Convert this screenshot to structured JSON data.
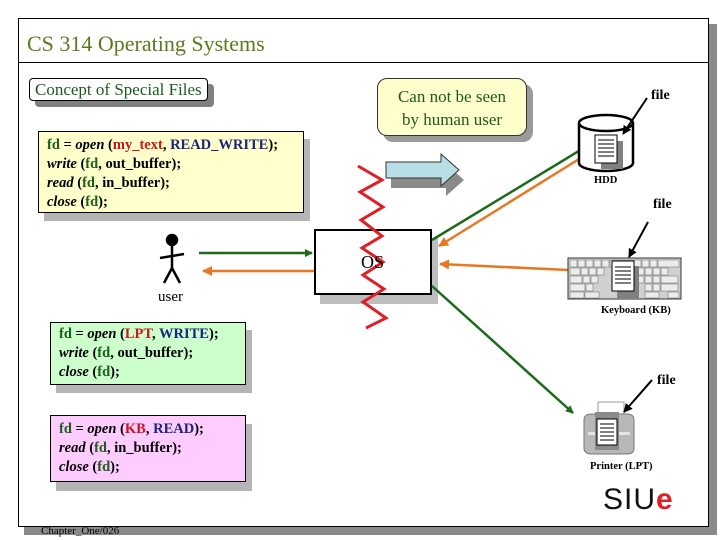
{
  "slide": {
    "title": "CS 314 Operating Systems",
    "subtitle": "Concept of Special Files",
    "footer": "Chapter_One/026",
    "logo": {
      "main": "SIU",
      "accent": "e"
    }
  },
  "code_blocks": {
    "file_block": {
      "bg": "#ffffcc",
      "lines": [
        {
          "fd": "fd",
          "eq": " = ",
          "fn": "open",
          "open_paren": " (",
          "arg1": "my_text",
          "sep": ", ",
          "arg2": "READ_WRITE",
          "close": ");"
        },
        {
          "fn": "write",
          "open_paren": " (",
          "fd": "fd",
          "rest": ", out_buffer);"
        },
        {
          "fn": "read",
          "open_paren": " (",
          "fd": "fd",
          "rest": ", in_buffer);"
        },
        {
          "fn": "close",
          "open_paren": " (",
          "fd": "fd",
          "rest": ");"
        }
      ]
    },
    "printer_block": {
      "bg": "#ccffcc",
      "lines": [
        {
          "fd": "fd",
          "eq": " = ",
          "fn": "open",
          "open_paren": " (",
          "arg1": "LPT",
          "sep": ", ",
          "arg2": "WRITE",
          "close": ");"
        },
        {
          "fn": "write",
          "open_paren": " (",
          "fd": "fd",
          "rest": ", out_buffer);"
        },
        {
          "fn": "close",
          "open_paren": " (",
          "fd": "fd",
          "rest": ");"
        }
      ]
    },
    "keyboard_block": {
      "bg": "#ffccff",
      "lines": [
        {
          "fd": "fd",
          "eq": " = ",
          "fn": "open",
          "open_paren": " (",
          "arg1": "KB",
          "sep": ", ",
          "arg2": "READ",
          "close": ");"
        },
        {
          "fn": "read",
          "open_paren": " (",
          "fd": "fd",
          "rest": ", in_buffer);"
        },
        {
          "fn": "close",
          "open_paren": " (",
          "fd": "fd",
          "rest": ");"
        }
      ]
    }
  },
  "diagram": {
    "note": {
      "line1": "Can not be seen",
      "line2": "by human user"
    },
    "os_label": "OS",
    "user_label": "user",
    "devices": {
      "hdd": {
        "label": "HDD",
        "file_label": "file"
      },
      "keyboard": {
        "label": "Keyboard (KB)",
        "file_label": "file"
      },
      "printer": {
        "label": "Printer (LPT)",
        "file_label": "file"
      }
    },
    "colors": {
      "write_arrow": "#1b6b1b",
      "read_arrow": "#e87722",
      "boundary_zigzag": "#e01e26",
      "title": "#5a7a1e",
      "note_bg": "#ffffcc"
    }
  }
}
